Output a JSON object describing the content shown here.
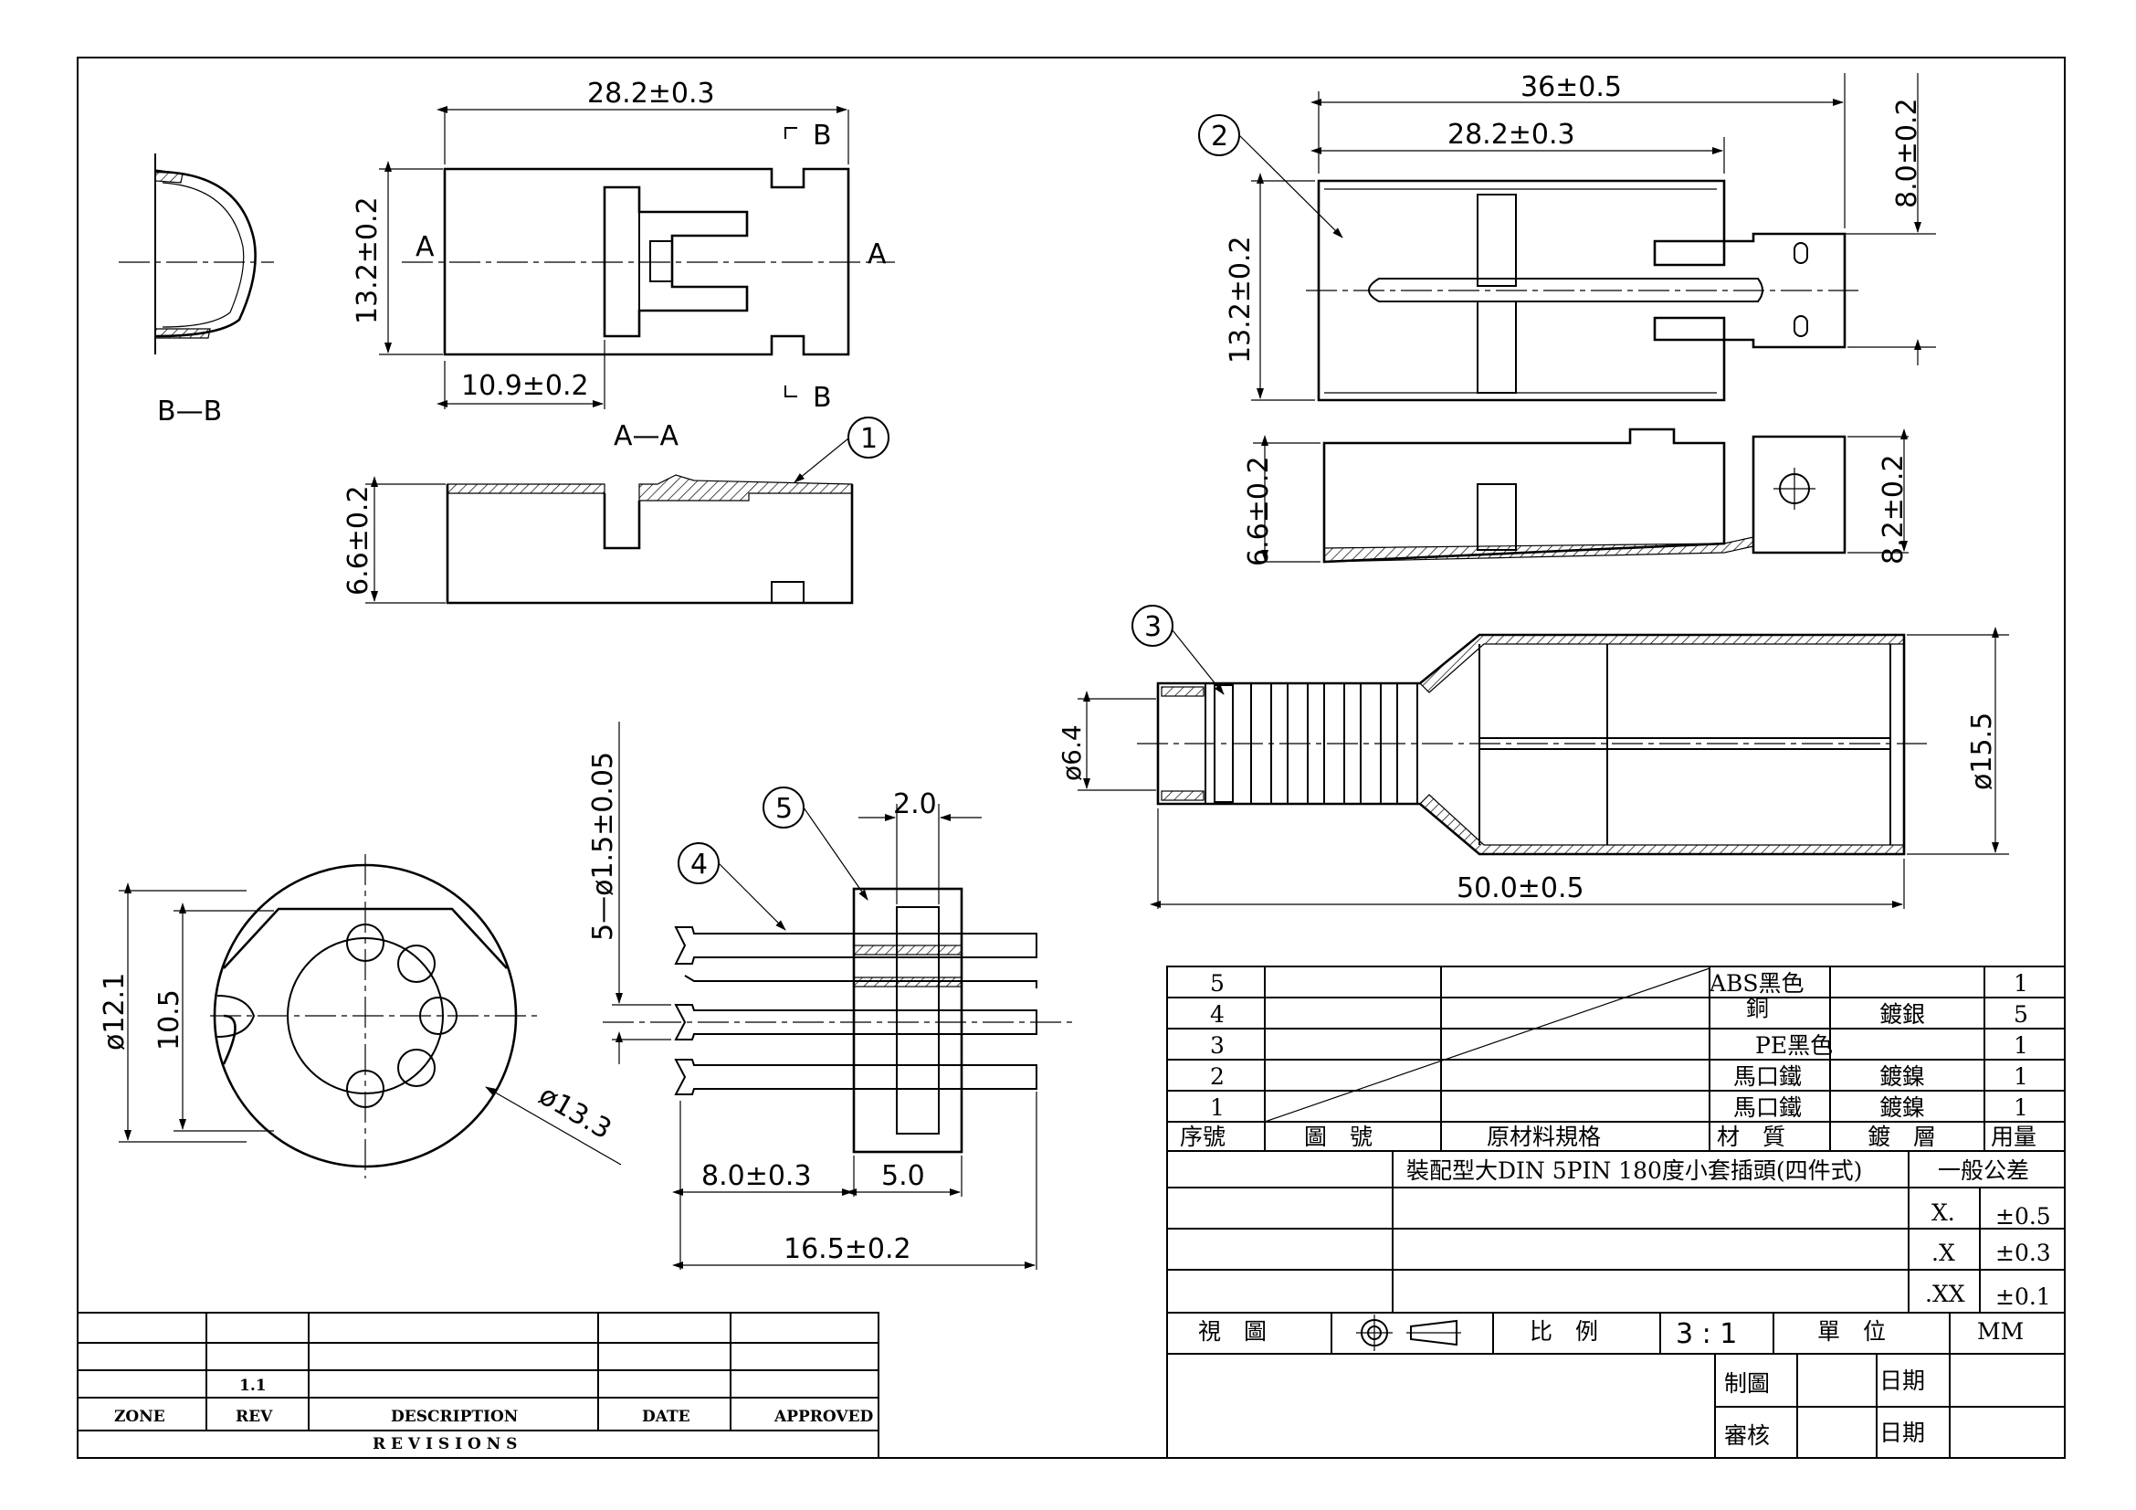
{
  "dims": {
    "d_28_2a": "28.2±0.3",
    "d_13_2a": "13.2±0.2",
    "d_10_9": "10.9±0.2",
    "d_6_6a": "6.6±0.2",
    "d_36": "36±0.5",
    "d_28_2b": "28.2±0.3",
    "d_8_0": "8.0±0.2",
    "d_13_2b": "13.2±0.2",
    "d_6_6b": "6.6±0.2",
    "d_8_2": "8.2±0.2",
    "d_6_4": "ø6.4",
    "d_15_5": "ø15.5",
    "d_50": "50.0±0.5",
    "d_5pin": "5—ø1.5±0.05",
    "d_2_0": "2.0",
    "d_8_0b": "8.0±0.3",
    "d_5_0": "5.0",
    "d_16_5": "16.5±0.2",
    "d_12_1": "ø12.1",
    "d_10_5": "10.5",
    "d_13_3": "ø13.3"
  },
  "labels": {
    "section_bb": "B—B",
    "section_aa": "A—A",
    "mark_a": "A",
    "mark_b": "B",
    "balloon_1": "1",
    "balloon_2": "2",
    "balloon_3": "3",
    "balloon_4": "4",
    "balloon_5": "5"
  },
  "bom": {
    "rows": [
      {
        "no": "5",
        "material": "ABS黑色",
        "plating": "",
        "qty": "1"
      },
      {
        "no": "4",
        "material": "銅",
        "plating": "鍍銀",
        "qty": "5"
      },
      {
        "no": "3",
        "material": "PE黑色",
        "plating": "",
        "qty": "1"
      },
      {
        "no": "2",
        "material": "馬口鐵",
        "plating": "鍍鎳",
        "qty": "1"
      },
      {
        "no": "1",
        "material": "馬口鐵",
        "plating": "鍍鎳",
        "qty": "1"
      }
    ],
    "headers": {
      "no": "序號",
      "drawing_no": "圖　號",
      "spec": "原材料規格",
      "material": "材　質",
      "plating": "鍍　層",
      "qty": "用量"
    }
  },
  "title_block": {
    "title": "裝配型大DIN 5PIN 180度小套插頭(四件式)",
    "general_tol": "一般公差",
    "tol": [
      {
        "label": "X.",
        "value": "±0.5"
      },
      {
        "label": ".X",
        "value": "±0.3"
      },
      {
        "label": ".XX",
        "value": "±0.1"
      }
    ],
    "view_label": "視　圖",
    "scale_label": "比　例",
    "scale_value": "3 : 1",
    "unit_label": "單　位",
    "unit_value": "MM",
    "drawn_label": "制圖",
    "date_label_1": "日期",
    "checked_label": "審核",
    "date_label_2": "日期"
  },
  "revisions": {
    "rev_value": "1.1",
    "zone": "ZONE",
    "rev": "REV",
    "description": "DESCRIPTION",
    "date": "DATE",
    "approved": "APPROVED",
    "title": "R E V I S I O N S"
  }
}
